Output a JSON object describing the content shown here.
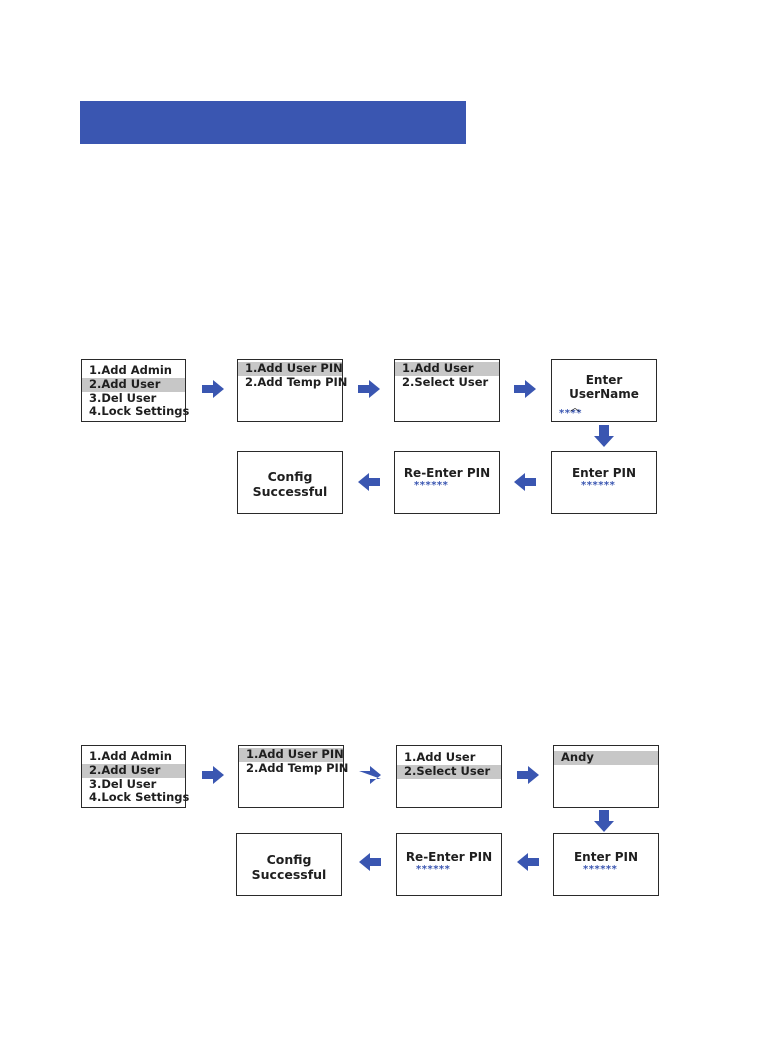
{
  "header": {
    "color": "#3a56b1"
  },
  "colors": {
    "accent": "#3a56b1",
    "highlight": "#c7c7c7",
    "border": "#2a2a2a"
  },
  "flow1": {
    "main_menu": {
      "items": [
        "1.Add Admin",
        "2.Add User",
        "3.Del User",
        "4.Lock Settings"
      ],
      "selected": 1
    },
    "add_user_menu": {
      "items": [
        "1.Add User  PIN",
        "2.Add Temp PIN"
      ],
      "selected": 0
    },
    "user_menu": {
      "items": [
        "1.Add User",
        "2.Select User"
      ],
      "selected": 0
    },
    "enter_username": {
      "prompt": "Enter UserName",
      "value": "****",
      "caret": "︿"
    },
    "enter_pin": {
      "prompt": "Enter PIN",
      "value": "******"
    },
    "reenter_pin": {
      "prompt": "Re-Enter PIN",
      "value": "******"
    },
    "result": {
      "line1": "Config",
      "line2": "Successful"
    }
  },
  "flow2": {
    "main_menu": {
      "items": [
        "1.Add Admin",
        "2.Add User",
        "3.Del User",
        "4.Lock Settings"
      ],
      "selected": 1
    },
    "add_user_menu": {
      "items": [
        "1.Add User  PIN",
        "2.Add Temp PIN"
      ],
      "selected": 0
    },
    "user_menu": {
      "items": [
        "1.Add User",
        "2.Select User"
      ],
      "selected": 1
    },
    "user_list": {
      "items": [
        "Andy"
      ],
      "selected": 0
    },
    "enter_pin": {
      "prompt": "Enter PIN",
      "value": "******"
    },
    "reenter_pin": {
      "prompt": "Re-Enter PIN",
      "value": "******"
    },
    "result": {
      "line1": "Config",
      "line2": "Successful"
    }
  }
}
